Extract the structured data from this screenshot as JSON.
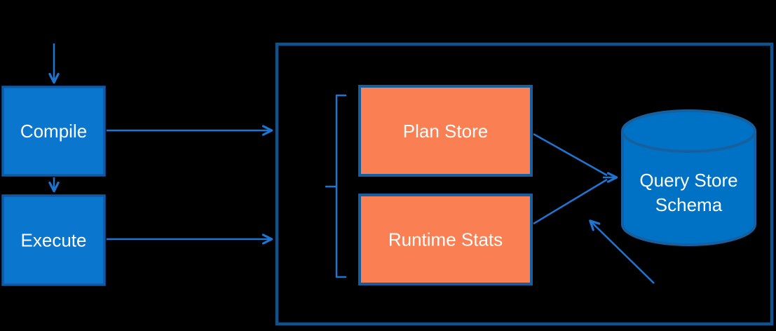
{
  "diagram": {
    "description": "Query Store architecture flow diagram",
    "nodes": {
      "compile": {
        "label": "Compile"
      },
      "execute": {
        "label": "Execute"
      },
      "plan_store": {
        "label": "Plan Store"
      },
      "runtime_stats": {
        "label": "Runtime Stats"
      },
      "query_store_schema": {
        "label_line1": "Query Store",
        "label_line2": "Schema"
      }
    }
  },
  "colors": {
    "background": "#000000",
    "process_fill": "#0B76CD",
    "process_border": "#1159A5",
    "store_fill": "#FA7F52",
    "store_border": "#175E9F",
    "container_border": "#0E5290",
    "cylinder_fill": "#0072C6",
    "cylinder_border": "#16609F",
    "arrow": "#1E76D2",
    "label_text": "#FFFFFF"
  }
}
